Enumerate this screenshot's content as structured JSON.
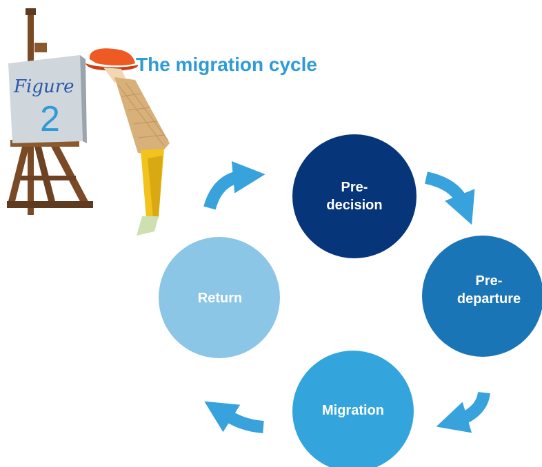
{
  "title": "The migration cycle",
  "illustration": {
    "figure_word": "Figure",
    "figure_number": "2"
  },
  "stages": [
    {
      "id": "pre-decision",
      "lines": [
        "Pre-",
        "decision"
      ],
      "color": "#06357a"
    },
    {
      "id": "pre-departure",
      "lines": [
        "Pre-",
        "departure"
      ],
      "color": "#1a75b6"
    },
    {
      "id": "migration",
      "lines": [
        "Migration"
      ],
      "color": "#34a4dc"
    },
    {
      "id": "return",
      "lines": [
        "Return"
      ],
      "color": "#8cc6e6"
    }
  ],
  "colors": {
    "title": "#2e9ad8",
    "arrow": "#37a2dc"
  }
}
